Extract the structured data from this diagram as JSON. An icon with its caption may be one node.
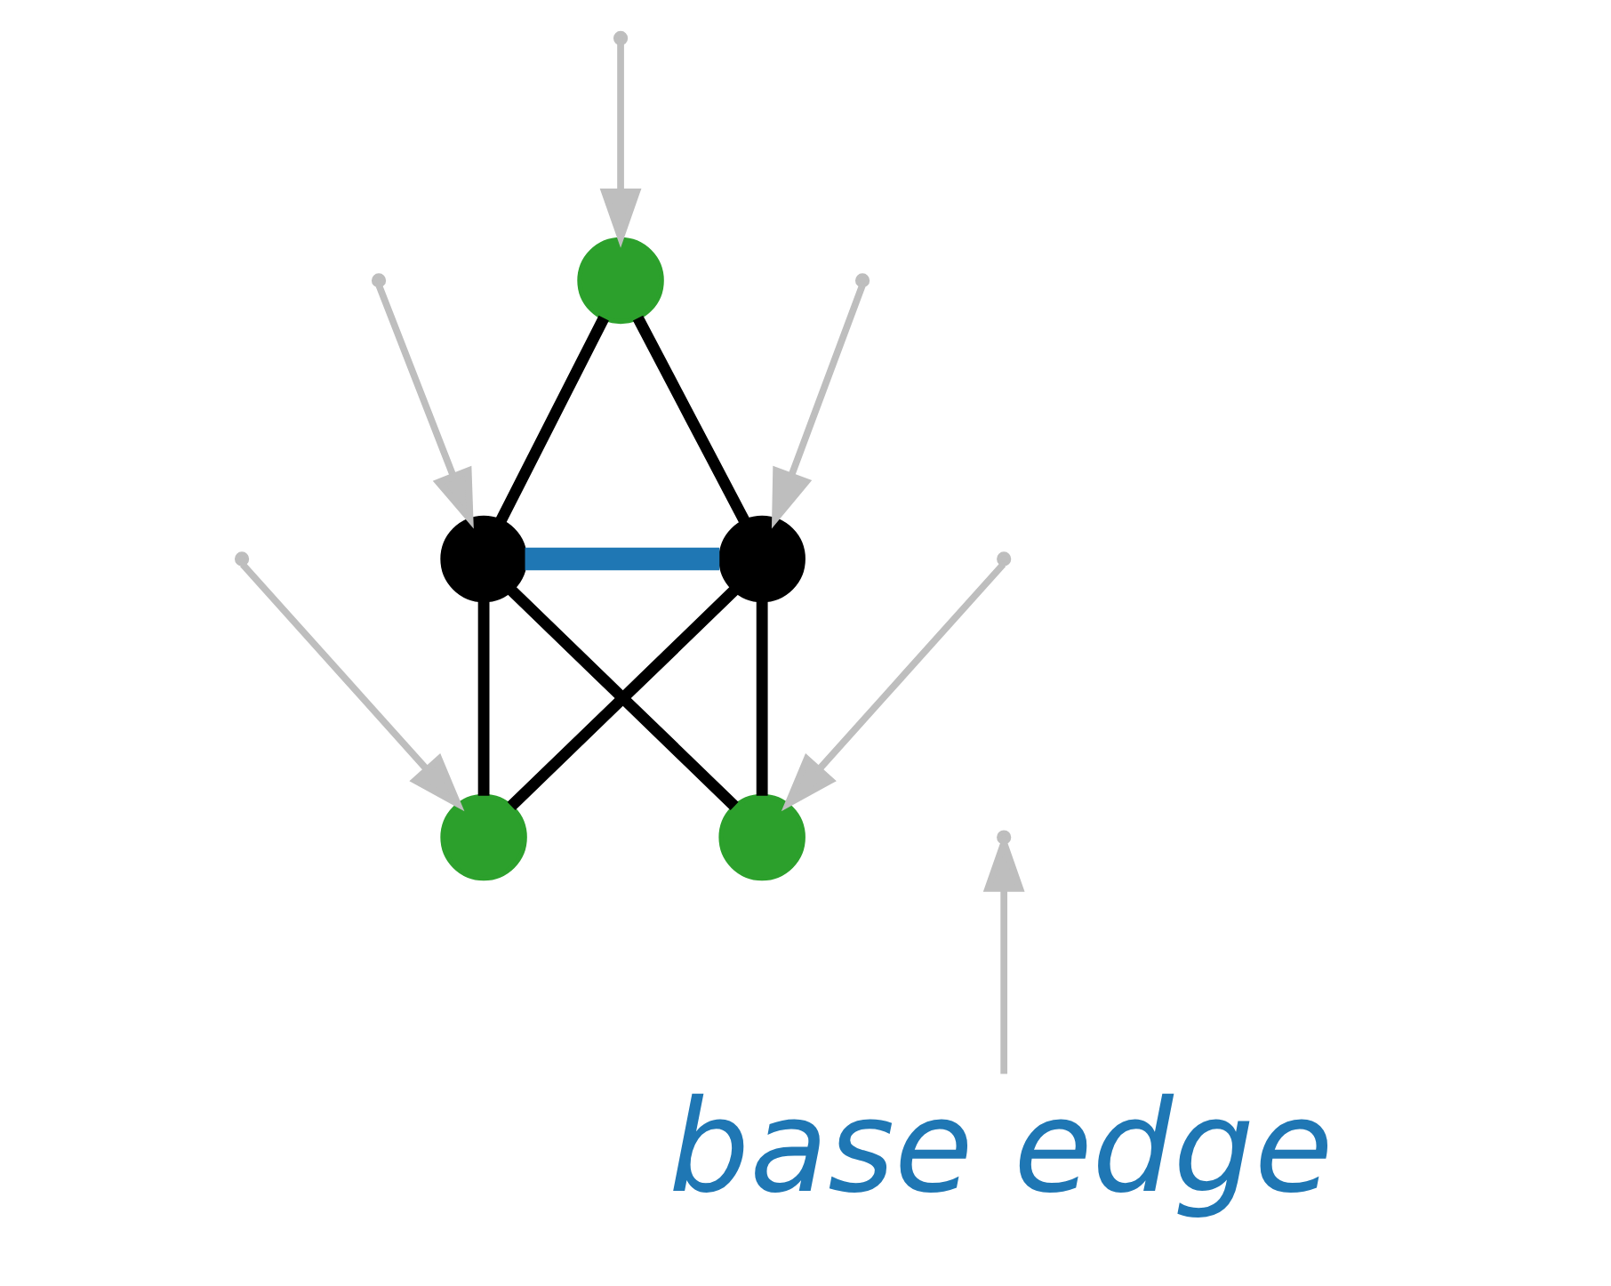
{
  "diagram": {
    "nodes": [
      {
        "text": [],
        "shape": "circle"
      },
      {
        "text": [],
        "shape": "circle"
      },
      {
        "text": [],
        "shape": "circle"
      },
      {
        "text": [],
        "shape": "circle"
      },
      {
        "text": [],
        "shape": "circle"
      },
      {
        "text": [
          "base edge"
        ]
      }
    ],
    "edges": [
      {
        "from": 2,
        "to": 3,
        "arrow": "none",
        "style": "thick",
        "color": "#1f77b4"
      },
      {
        "from": 2,
        "to": 0,
        "arrow": "none"
      },
      {
        "from": 0,
        "to": 3,
        "arrow": "none"
      },
      {
        "from": 2,
        "to": 1,
        "arrow": "none"
      },
      {
        "from": 1,
        "to": 3,
        "arrow": "none"
      },
      {
        "from": 2,
        "to": 4,
        "arrow": "none"
      },
      {
        "from": 4,
        "to": 3,
        "arrow": "none"
      },
      {
        "from": null,
        "to": 2,
        "arrow": "to",
        "color": "#bebebe"
      },
      {
        "from": null,
        "to": 3,
        "arrow": "to",
        "color": "#bebebe"
      },
      {
        "from": null,
        "to": 0,
        "arrow": "to",
        "color": "#bebebe"
      },
      {
        "from": null,
        "to": 1,
        "arrow": "to",
        "color": "#bebebe"
      },
      {
        "from": null,
        "to": 4,
        "arrow": "to",
        "color": "#bebebe"
      },
      {
        "from": 5,
        "to": null,
        "arrow": "to",
        "color": "#bebebe"
      }
    ]
  }
}
